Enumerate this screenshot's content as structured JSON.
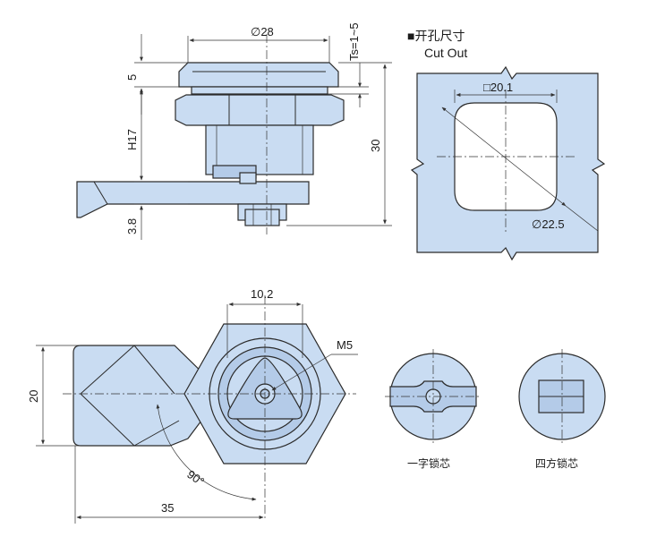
{
  "labels": {
    "dia_head": "∅28",
    "ts": "Ts=1~5",
    "dim_5": "5",
    "dim_h17": "H17",
    "dim_30": "30",
    "dim_3_8": "3.8",
    "cutout_title": "■开孔尺寸",
    "cutout_subtitle": "Cut Out",
    "square": "□20.1",
    "dia_cut": "∅22.5",
    "dim_10_2": "10.2",
    "m5": "M5",
    "dim_20": "20",
    "angle": "90°",
    "dim_35": "35",
    "core_a": "一字锁芯",
    "core_b": "四方锁芯"
  }
}
